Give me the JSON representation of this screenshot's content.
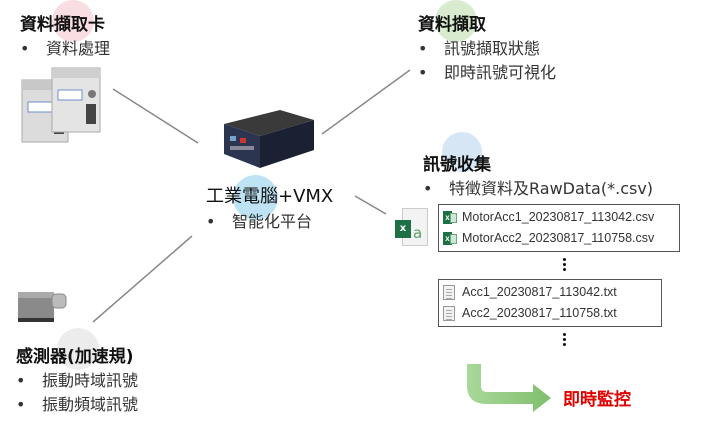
{
  "nodes": {
    "daq_card": {
      "title": "資料擷取卡",
      "bullets": [
        "資料處理"
      ]
    },
    "acquisition": {
      "title": "資料擷取",
      "bullets": [
        "訊號擷取狀態",
        "即時訊號可視化"
      ]
    },
    "ipc": {
      "title": "工業電腦+VMX",
      "bullets": [
        "智能化平台"
      ]
    },
    "collection": {
      "title": "訊號收集",
      "bullets": [
        "特徵資料及RawData(*.csv)"
      ]
    },
    "sensor": {
      "title": "感測器(加速規)",
      "bullets": [
        "振動時域訊號",
        "振動頻域訊號"
      ]
    }
  },
  "bullet_char": "•",
  "csv_files": [
    "MotorAcc1_20230817_113042.csv",
    "MotorAcc2_20230817_110758.csv"
  ],
  "txt_files": [
    "Acc1_20230817_113042.txt",
    "Acc2_20230817_110758.txt"
  ],
  "excel_icon_letter": "x",
  "excel_icon_suffix": "a",
  "monitor_label": "即時監控",
  "colors": {
    "accent_red": "#e00000",
    "arrow_green": "#8dc77b",
    "excel_green": "#1e7145",
    "circle_pink": "#f6d6dc",
    "circle_green": "#d9ebcf",
    "circle_blue": "#bde3f5",
    "circle_lightblue": "#d6e6f5",
    "circle_gray": "#e6e6e6"
  }
}
